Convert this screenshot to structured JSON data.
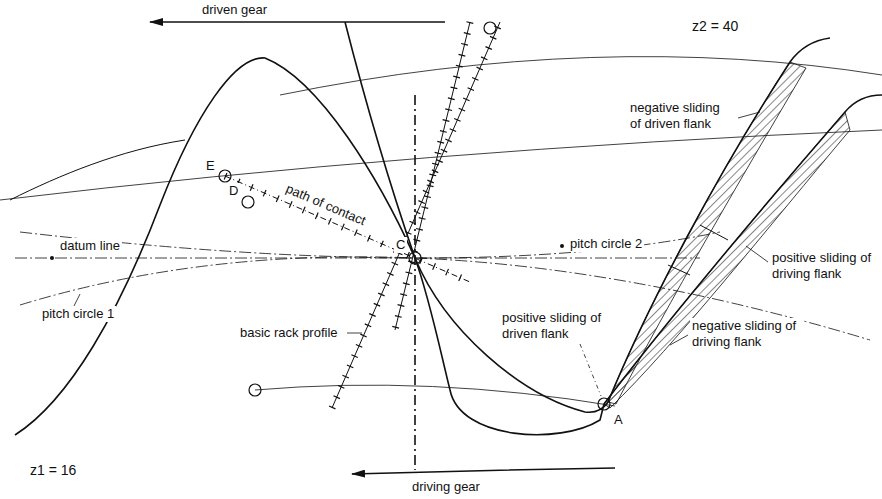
{
  "diagram": {
    "labels": [
      "driven gear",
      "z2 = 40",
      "E",
      "D",
      "path of contact",
      "C",
      "datum line",
      "pitch circle 2",
      "pitch circle 1",
      "negative sliding of driven flank",
      "basic rack profile",
      "positive sliding of driven flank",
      "positive sliding of driving flank",
      "negative sliding of driving flank",
      "A",
      "z1 = 16",
      "driving gear"
    ]
  }
}
